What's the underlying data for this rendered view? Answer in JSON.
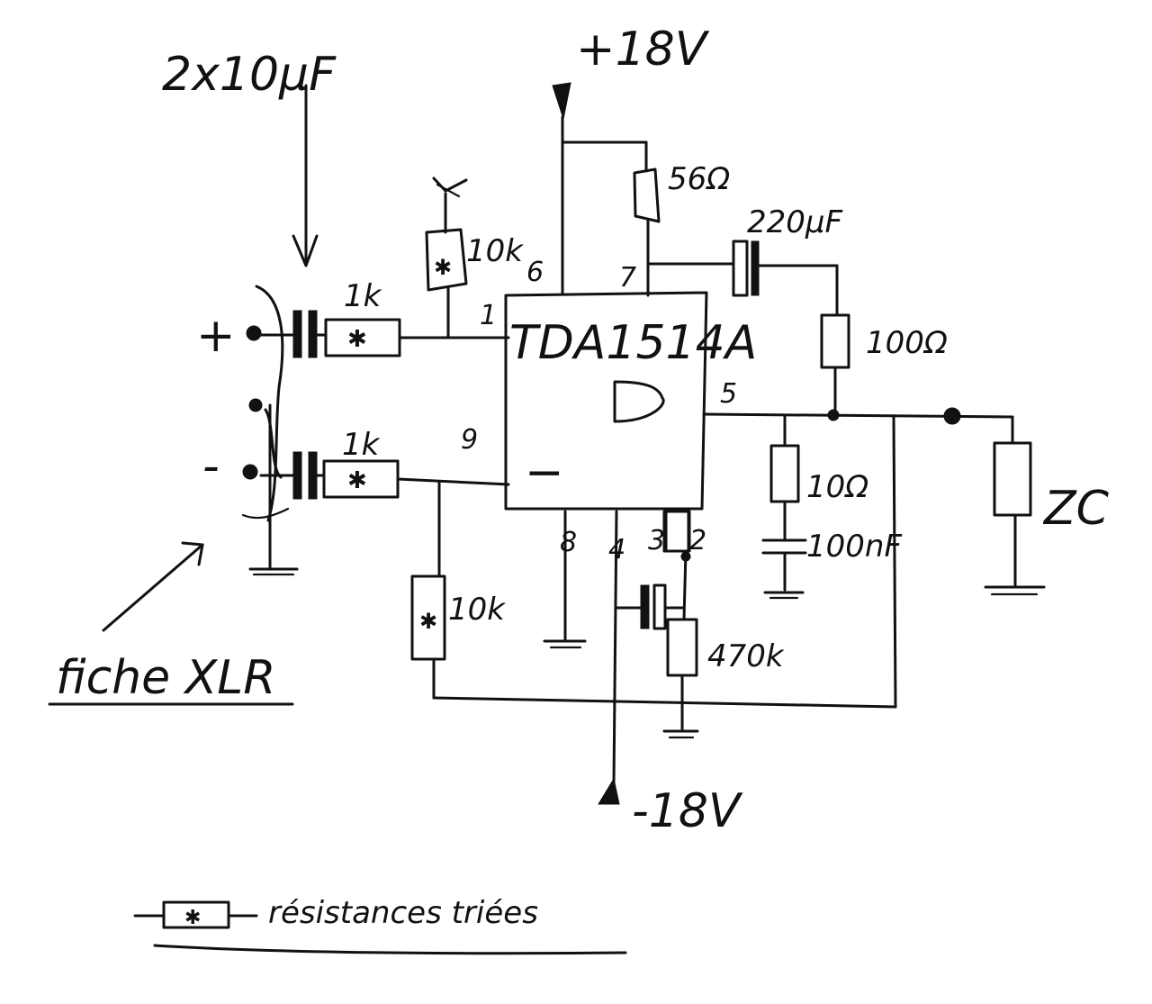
{
  "capacitor_note": "2x10µF",
  "supply": {
    "positive": "+18V",
    "negative": "-18V"
  },
  "ic": {
    "name": "TDA1514A",
    "pins": {
      "in_plus": "1",
      "in_minus": "9",
      "vcc": "6",
      "p7": "7",
      "out": "5",
      "gnd": "8",
      "p4": "4",
      "p3": "3",
      "p2": "2"
    }
  },
  "input": {
    "plus_sign": "+",
    "minus_sign": "-",
    "connector_label": "fiche XLR"
  },
  "components": {
    "r_in_plus": "1k",
    "r_in_minus": "1k",
    "r_bias_top": "10k",
    "r_bias_bottom": "10k",
    "r_56": "56Ω",
    "c_220": "220µF",
    "r_100": "100Ω",
    "r_10": "10Ω",
    "c_100n": "100nF",
    "r_470k": "470k",
    "load": "ZC"
  },
  "legend": {
    "text": "résistances triées"
  }
}
